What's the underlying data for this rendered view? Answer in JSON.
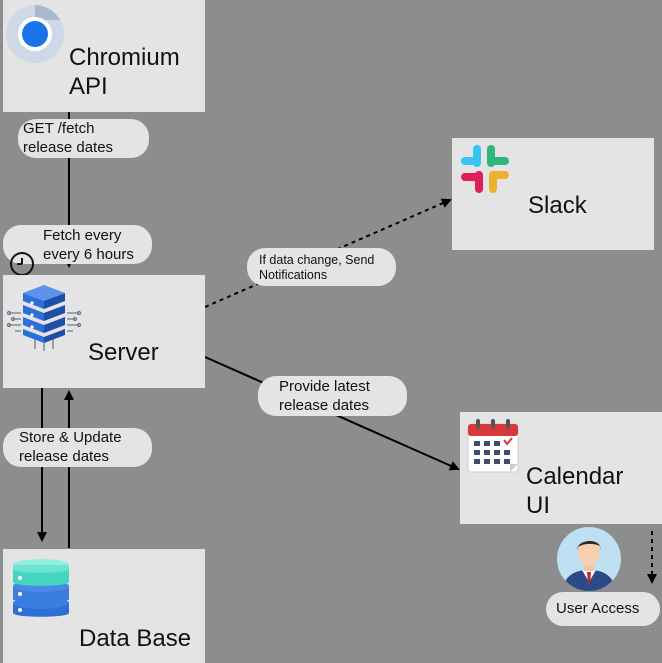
{
  "nodes": {
    "chromium": {
      "label": "Chromium\nAPI",
      "icon": "chromium-logo-icon"
    },
    "server": {
      "label": "Server",
      "icon": "server-stack-icon"
    },
    "database": {
      "label": "Data Base",
      "icon": "database-icon"
    },
    "slack": {
      "label": "Slack",
      "icon": "slack-logo-icon"
    },
    "calendar": {
      "label": "Calendar\nUI",
      "icon": "calendar-icon"
    },
    "user": {
      "icon": "user-avatar-icon"
    }
  },
  "edge_labels": {
    "get_fetch": "GET /fetch\nrelease dates",
    "fetch_every": "Fetch every\nevery 6 hours",
    "notify": "If data change, Send\nNotifications",
    "provide": "Provide latest\nrelease dates",
    "store_update": "Store & Update\nrelease dates",
    "user_access": "User Access"
  },
  "colors": {
    "background": "#8d8d8d",
    "box": "#e4e4e4",
    "line": "#000000",
    "slack_blue": "#36c5f0",
    "slack_green": "#2eb67d",
    "slack_yellow": "#ecb22e",
    "slack_red": "#e01e5a",
    "chromium_blue": "#1a73e8",
    "server_blue": "#2d6fd8",
    "db_teal": "#6de3d2",
    "db_blue": "#3b7de0",
    "calendar_red": "#d9363e"
  }
}
